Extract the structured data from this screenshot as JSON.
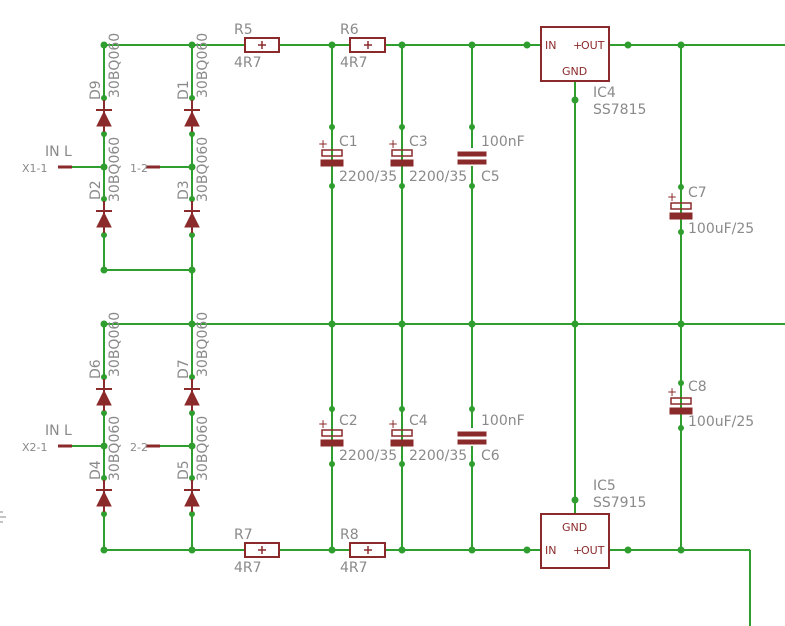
{
  "colors": {
    "wire": "#2f9e2f",
    "part": "#8b2a2a",
    "text": "#8a8a8a",
    "background": "#ffffff"
  },
  "labels": {
    "in_l_top": "IN L",
    "in_l_bottom": "IN L",
    "x1_1": "X1-1",
    "x1_2": "1-2",
    "x2_1": "X2-1",
    "x2_2": "2-2",
    "d9": "D9",
    "d1": "D1",
    "d2": "D2",
    "d3": "D3",
    "d6": "D6",
    "d7": "D7",
    "d4": "D4",
    "d5": "D5",
    "diode_value": "30BQ060",
    "r5": "R5",
    "r6": "R6",
    "r7": "R7",
    "r8": "R8",
    "resistor_value": "4R7",
    "c1": "C1",
    "c2": "C2",
    "c3": "C3",
    "c4": "C4",
    "c5": "C5",
    "c6": "C6",
    "c7": "C7",
    "c8": "C8",
    "cap_bulk_value": "2200/35",
    "cap_film_value": "100nF",
    "cap_out_value": "100uF/25",
    "ic4": "IC4",
    "ic4_type": "SS7815",
    "ic5": "IC5",
    "ic5_type": "SS7915",
    "pin_in": "IN",
    "pin_out": "OUT",
    "pin_gnd": "GND"
  }
}
